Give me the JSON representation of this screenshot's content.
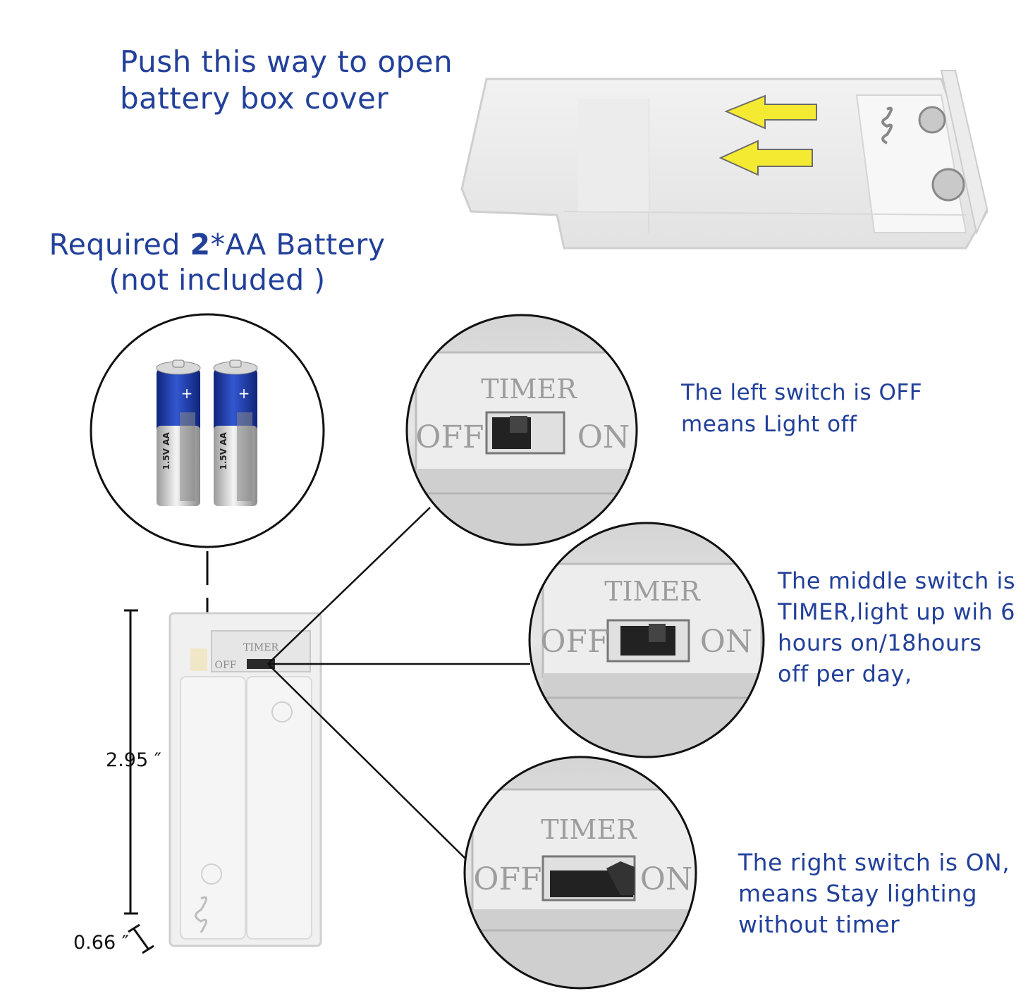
{
  "captions": {
    "open_cover": [
      "Push this way to open",
      "battery box cover"
    ],
    "battery": {
      "line1_prefix": "Required ",
      "line1_bold": "2",
      "line1_suffix": "*AA Battery",
      "line2": "(not included )"
    },
    "switch_off": [
      "The left switch is OFF",
      "means Light off"
    ],
    "switch_timer": [
      "The middle switch is",
      "TIMER,light up wih 6",
      "hours on/18hours",
      "off per day,"
    ],
    "switch_on": [
      "The right switch is ON,",
      "means Stay lighting",
      "without timer"
    ]
  },
  "dimensions": {
    "height": "2.95 ″",
    "width": "0.66 ″"
  },
  "switch_labels": {
    "timer": "TIMER",
    "off": "OFF",
    "on": "ON"
  },
  "battery_labels": {
    "plus": "+",
    "voltage": "1.5V  AA"
  },
  "colors": {
    "caption_blue": "#22409a",
    "arrow_yellow": "#f5ea32",
    "battery_blue": "#1f3a9e"
  }
}
